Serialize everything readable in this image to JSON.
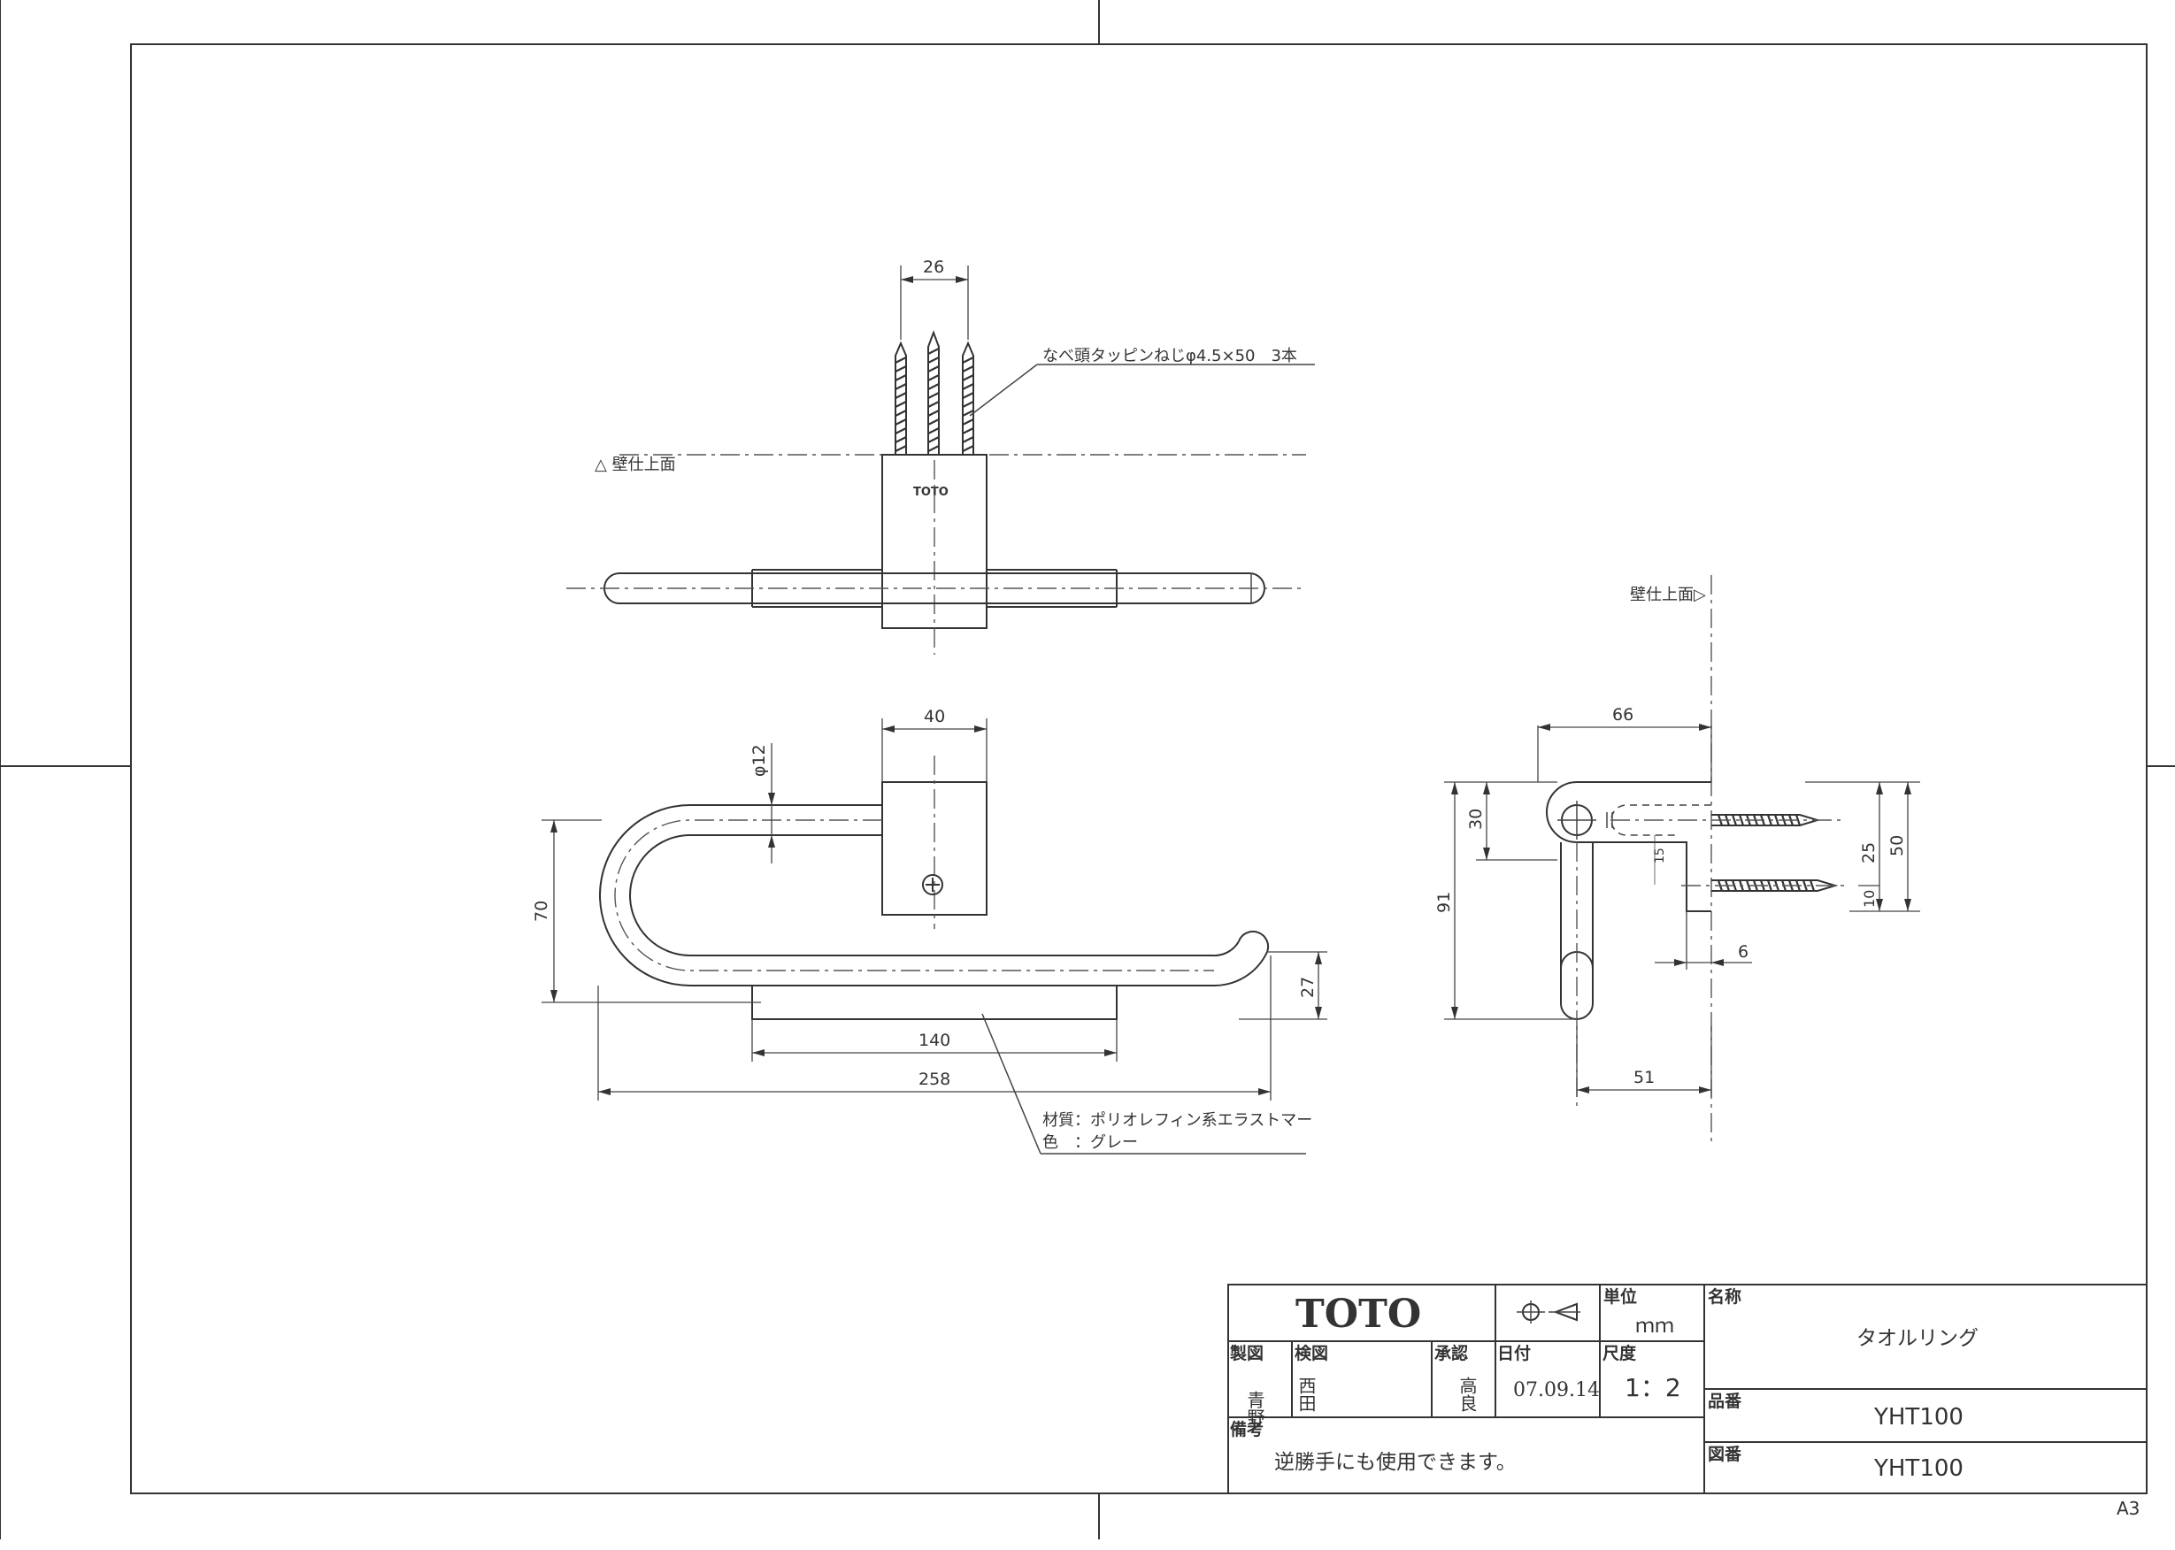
{
  "sheet_size": "A3",
  "logo": "TOTO",
  "top_view": {
    "dim_top": "26",
    "screw_note": "なべ頭タッピンねじφ4.5×50　3本",
    "wall_label": "△ 壁仕上面",
    "block_logo": "TOTO"
  },
  "front_view": {
    "dim_block": "40",
    "dim_dia": "φ12",
    "dim_height": "70",
    "dim_end": "27",
    "dim_grip": "140",
    "dim_total": "258",
    "material_note": "材質：ポリオレフィン系エラストマー",
    "color_note": "色　：グレー"
  },
  "side_view": {
    "wall_label": "壁仕上面▷",
    "dim_66": "66",
    "dim_30": "30",
    "dim_91": "91",
    "dim_25": "25",
    "dim_50": "50",
    "dim_10": "10",
    "dim_6": "6",
    "dim_51": "51",
    "dim_small": "15"
  },
  "title_block": {
    "company": "TOTO",
    "unit_label": "単位",
    "unit_value": "ｍｍ",
    "name_label": "名称",
    "name_value": "タオルリング",
    "drafter_label": "製図",
    "drafter_value": "青野",
    "checker_label": "検図",
    "checker_value": "西田",
    "approver_label": "承認",
    "approver_value": "高良",
    "date_label": "日付",
    "date_value": "07.09.14",
    "scale_label": "尺度",
    "scale_value": "1：2",
    "part_no_label": "品番",
    "part_no_value": "YHT100",
    "remarks_label": "備考",
    "remarks_value": "逆勝手にも使用できます。",
    "drawing_no_label": "図番",
    "drawing_no_value": "YHT100"
  }
}
